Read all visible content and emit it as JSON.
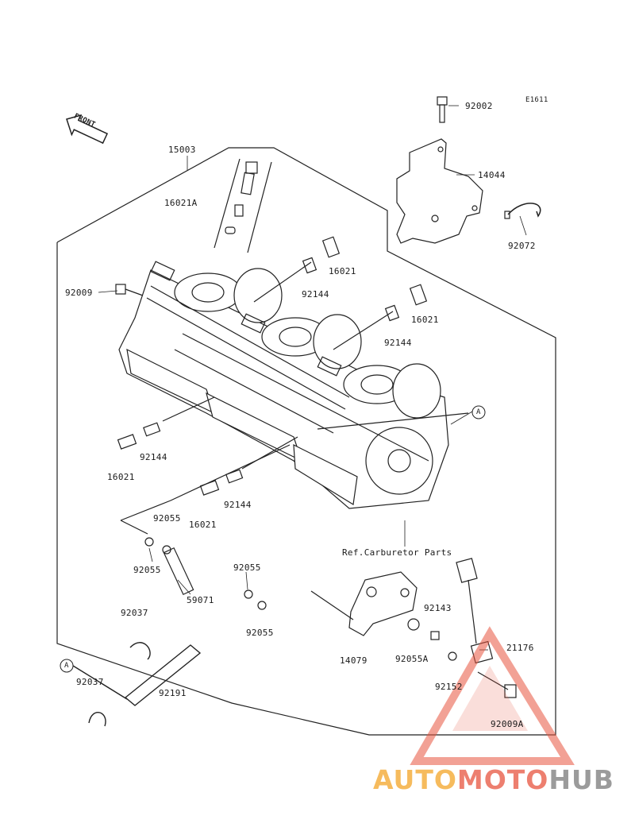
{
  "diagram_code": "E1611",
  "front_label": "FRONT",
  "ref_note": "Ref.Carburetor Parts",
  "callout_a": "A",
  "parts": {
    "p92002": "92002",
    "p14044": "14044",
    "p92072": "92072",
    "p15003": "15003",
    "p16021A": "16021A",
    "p92009": "92009",
    "p16021_top1": "16021",
    "p92144_top1": "92144",
    "p16021_top2": "16021",
    "p92144_top2": "92144",
    "p16021_left1": "16021",
    "p92144_left1": "92144",
    "p16021_left2": "16021",
    "p92144_left2": "92144",
    "p92055_a": "92055",
    "p92055_b": "92055",
    "p92055_c": "92055",
    "p92055_d": "92055",
    "p59071": "59071",
    "p92037_a": "92037",
    "p92037_b": "92037",
    "p92191": "92191",
    "p14079": "14079",
    "p92055A": "92055A",
    "p92143": "92143",
    "p21176": "21176",
    "p92152": "92152",
    "p92009A": "92009A"
  },
  "watermark": {
    "part1": "AUTO",
    "part2": "MOTO",
    "part3": "HUB",
    "color1": "#f5b041",
    "color2": "#e8553f",
    "color3": "#8a8a8a",
    "triangle_color": "#e8553f"
  }
}
